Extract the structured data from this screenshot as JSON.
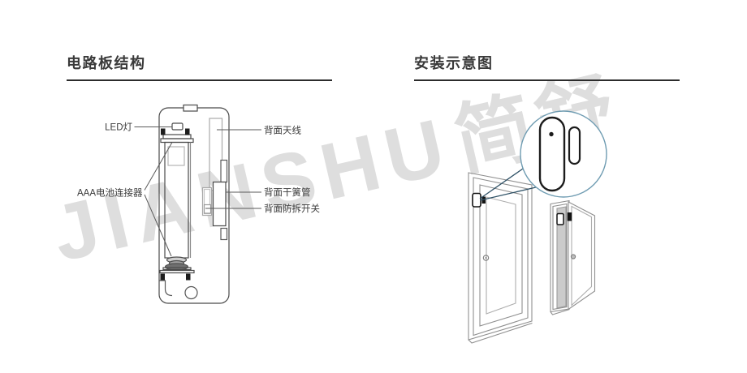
{
  "watermark": {
    "latin": "JIANSHU",
    "cjk": "简舒",
    "color": "#dedede"
  },
  "left_section": {
    "title": "电路板结构",
    "labels": {
      "led": "LED灯",
      "battery_connector": "AAA电池连接器",
      "antenna": "背面天线",
      "reed_switch": "背面干簧管",
      "tamper_switch": "背面防拆开关"
    }
  },
  "right_section": {
    "title": "安装示意图"
  },
  "colors": {
    "title_text": "#3a3a3a",
    "title_rule": "#2c2c2c",
    "label_text": "#3a3a3a",
    "diagram_line_dark": "#4a4a4a",
    "diagram_line_light": "#9a9a9a",
    "sensor_outline": "#1c1c1c",
    "callout_circle_stroke": "#6f9cb2",
    "callout_wedge_stroke": "#2e5166",
    "door_opening_fill": "#cbcbcb",
    "watermark_gray": "#dedede",
    "background": "#ffffff"
  }
}
